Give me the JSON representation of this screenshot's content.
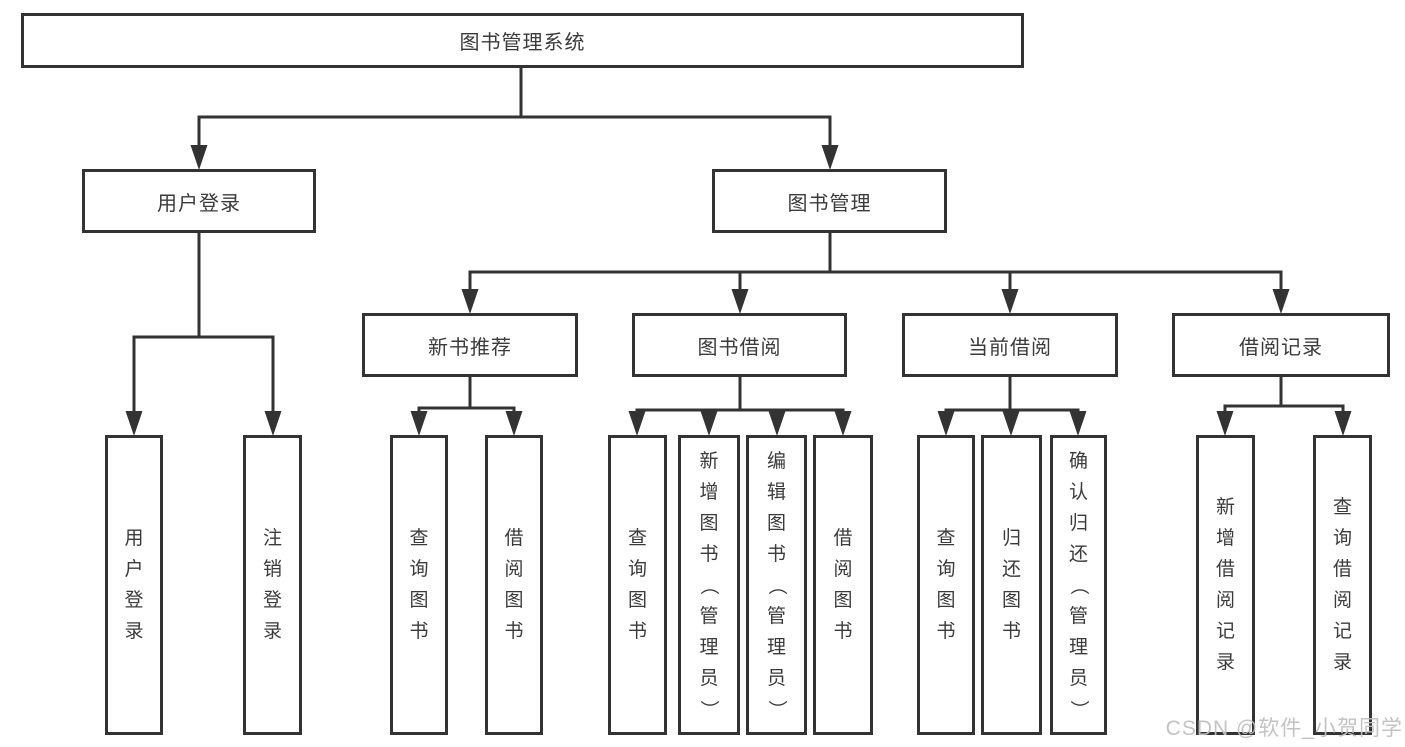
{
  "title": "图书管理系统",
  "tree": {
    "label": "图书管理系统",
    "children": [
      {
        "label": "用户登录",
        "children": [
          {
            "label": "用户登录"
          },
          {
            "label": "注销登录"
          }
        ]
      },
      {
        "label": "图书管理",
        "children": [
          {
            "label": "新书推荐",
            "children": [
              {
                "label": "查询图书"
              },
              {
                "label": "借阅图书"
              }
            ]
          },
          {
            "label": "图书借阅",
            "children": [
              {
                "label": "查询图书"
              },
              {
                "label": "新增图书（管理员）"
              },
              {
                "label": "编辑图书（管理员）"
              },
              {
                "label": "借阅图书"
              }
            ]
          },
          {
            "label": "当前借阅",
            "children": [
              {
                "label": "查询图书"
              },
              {
                "label": "归还图书"
              },
              {
                "label": "确认归还（管理员）"
              }
            ]
          },
          {
            "label": "借阅记录",
            "children": [
              {
                "label": "新增借阅记录"
              },
              {
                "label": "查询借阅记录"
              }
            ]
          }
        ]
      }
    ]
  },
  "watermark": "CSDN @软件_小贺同学",
  "colors": {
    "line": "#333333",
    "text": "#3b3b3b",
    "watermark": "#c0c0c0",
    "background": "#ffffff"
  }
}
